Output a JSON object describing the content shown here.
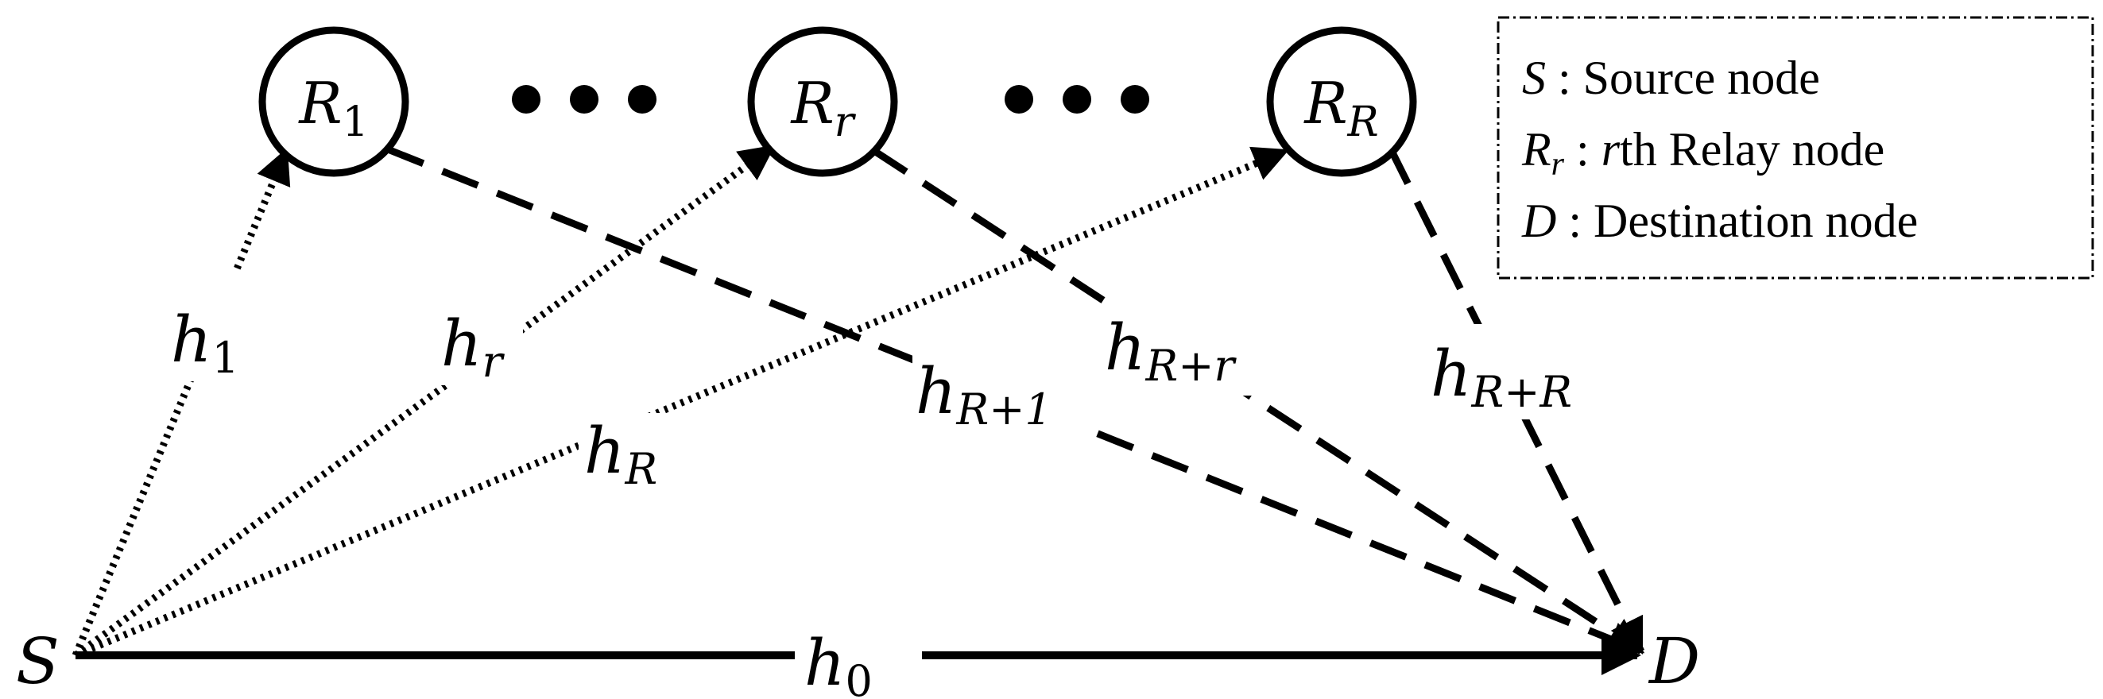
{
  "nodes": {
    "source": {
      "label": "S"
    },
    "destination": {
      "label": "D"
    },
    "relays": [
      {
        "main": "R",
        "sub": "1"
      },
      {
        "main": "R",
        "sub": "r"
      },
      {
        "main": "R",
        "sub": "R"
      }
    ]
  },
  "channels": {
    "h0": {
      "main": "h",
      "sub": "0"
    },
    "h1": {
      "main": "h",
      "sub": "1"
    },
    "hr": {
      "main": "h",
      "sub": "r"
    },
    "hR": {
      "main": "h",
      "sub": "R"
    },
    "hR1": {
      "main": "h",
      "sub": "R+1"
    },
    "hRr": {
      "main": "h",
      "sub": "R+r"
    },
    "hRR": {
      "main": "h",
      "sub": "R+R"
    }
  },
  "legend": {
    "items": [
      {
        "sym": "S",
        "sub": "",
        "text": " : Source node"
      },
      {
        "sym": "R",
        "sub": "r",
        "text": " : ",
        "ital": "r",
        "text2": "th Relay node"
      },
      {
        "sym": "D",
        "sub": "",
        "text": " : Destination node"
      }
    ]
  },
  "colors": {
    "ink": "#000000",
    "background": "#ffffff"
  }
}
